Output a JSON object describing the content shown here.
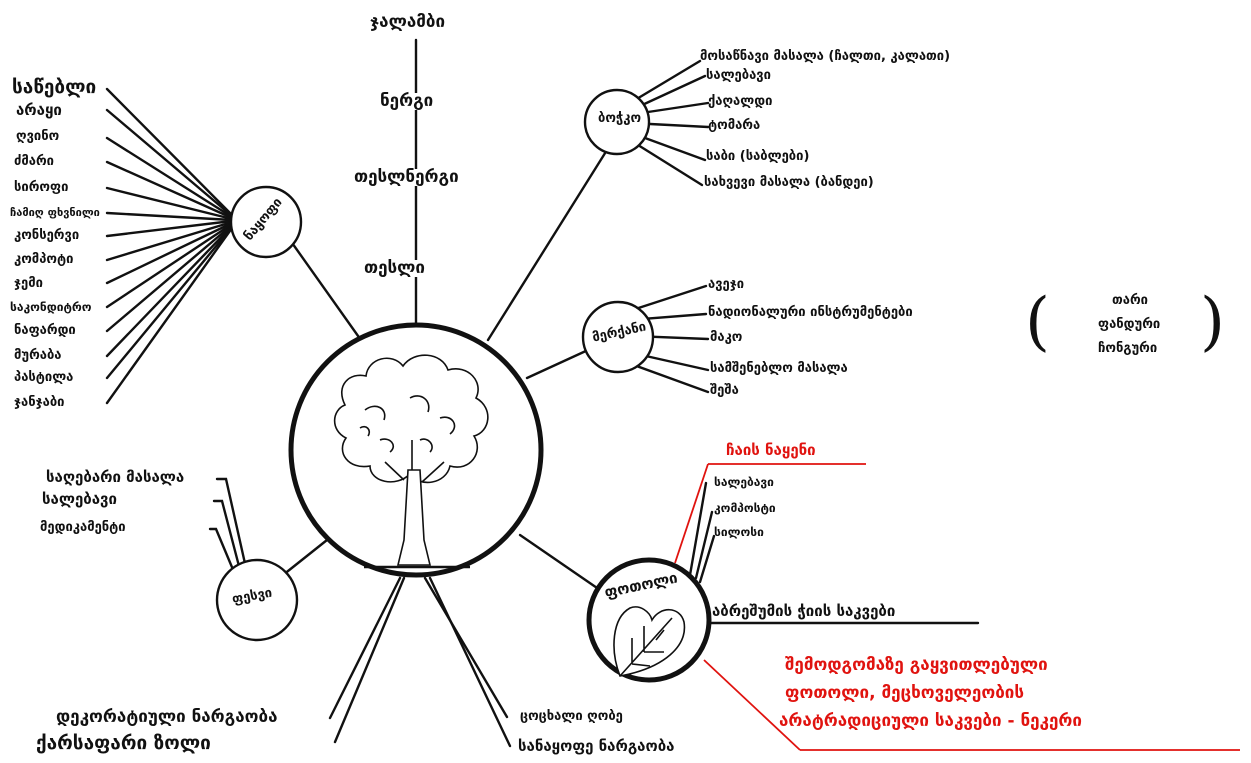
{
  "colors": {
    "ink": "#111111",
    "accent_red": "#e0130f",
    "background": "#ffffff"
  },
  "center": {
    "icon": "tree-drawing"
  },
  "trunk_chain": [
    "ჯალამბი",
    "ნერგი",
    "თესლნერგი",
    "თესლი"
  ],
  "nodes": {
    "bark": {
      "label": "ნაყოფი",
      "items": [
        "საწებლი",
        "არაყი",
        "ღვინო",
        "ძმარი",
        "სიროფი",
        "ჩამიღ ფხვნილი",
        "კონსერვი",
        "კომპოტი",
        "ჯემი",
        "საკონდიტრო",
        "ნაფარდი",
        "მურაბა",
        "პასტილა",
        "ჯანჯაბი"
      ]
    },
    "wood": {
      "label": "ბოჭკო",
      "items": [
        "მოსაწნავი მასალა (ჩალთი, კალათი)",
        "სალებავი",
        "ქაღალდი",
        "ტომარა",
        "საბი (საბლები)",
        "სახვევი მასალა (ბანდეი)"
      ]
    },
    "timber": {
      "label": "მერქანი",
      "items": [
        "ავეჯი",
        "ნადიონალური ინსტრუმენტები",
        "მაკო",
        "სამშენებლო მასალა",
        "შეშა"
      ],
      "instruments": [
        "თარი",
        "ფანდური",
        "ჩონგური"
      ]
    },
    "leaf": {
      "label": "ფოთოლი",
      "items": [
        "სალებავი",
        "კომპოსტი",
        "სილოსი"
      ],
      "caption": "აბრეშუმის ჭიის საკვები",
      "red_label": "ჩაის ნაყენი",
      "red_note": [
        "შემოდგომაზე გაყვითლებული",
        "ფოთოლი, მეცხოველეობის",
        "არატრადიციული საკვები - ნეკერი"
      ]
    },
    "root": {
      "label": "ფესვი",
      "items": [
        "საღებარი მასალა",
        "სალებავი",
        "მედიკამენტი"
      ]
    }
  },
  "bottom_items": [
    "დეკორატიული ნარგაობა",
    "ქარსაფარი ზოლი",
    "ცოცხალი ღობე",
    "სანაყოფე ნარგაობა"
  ]
}
